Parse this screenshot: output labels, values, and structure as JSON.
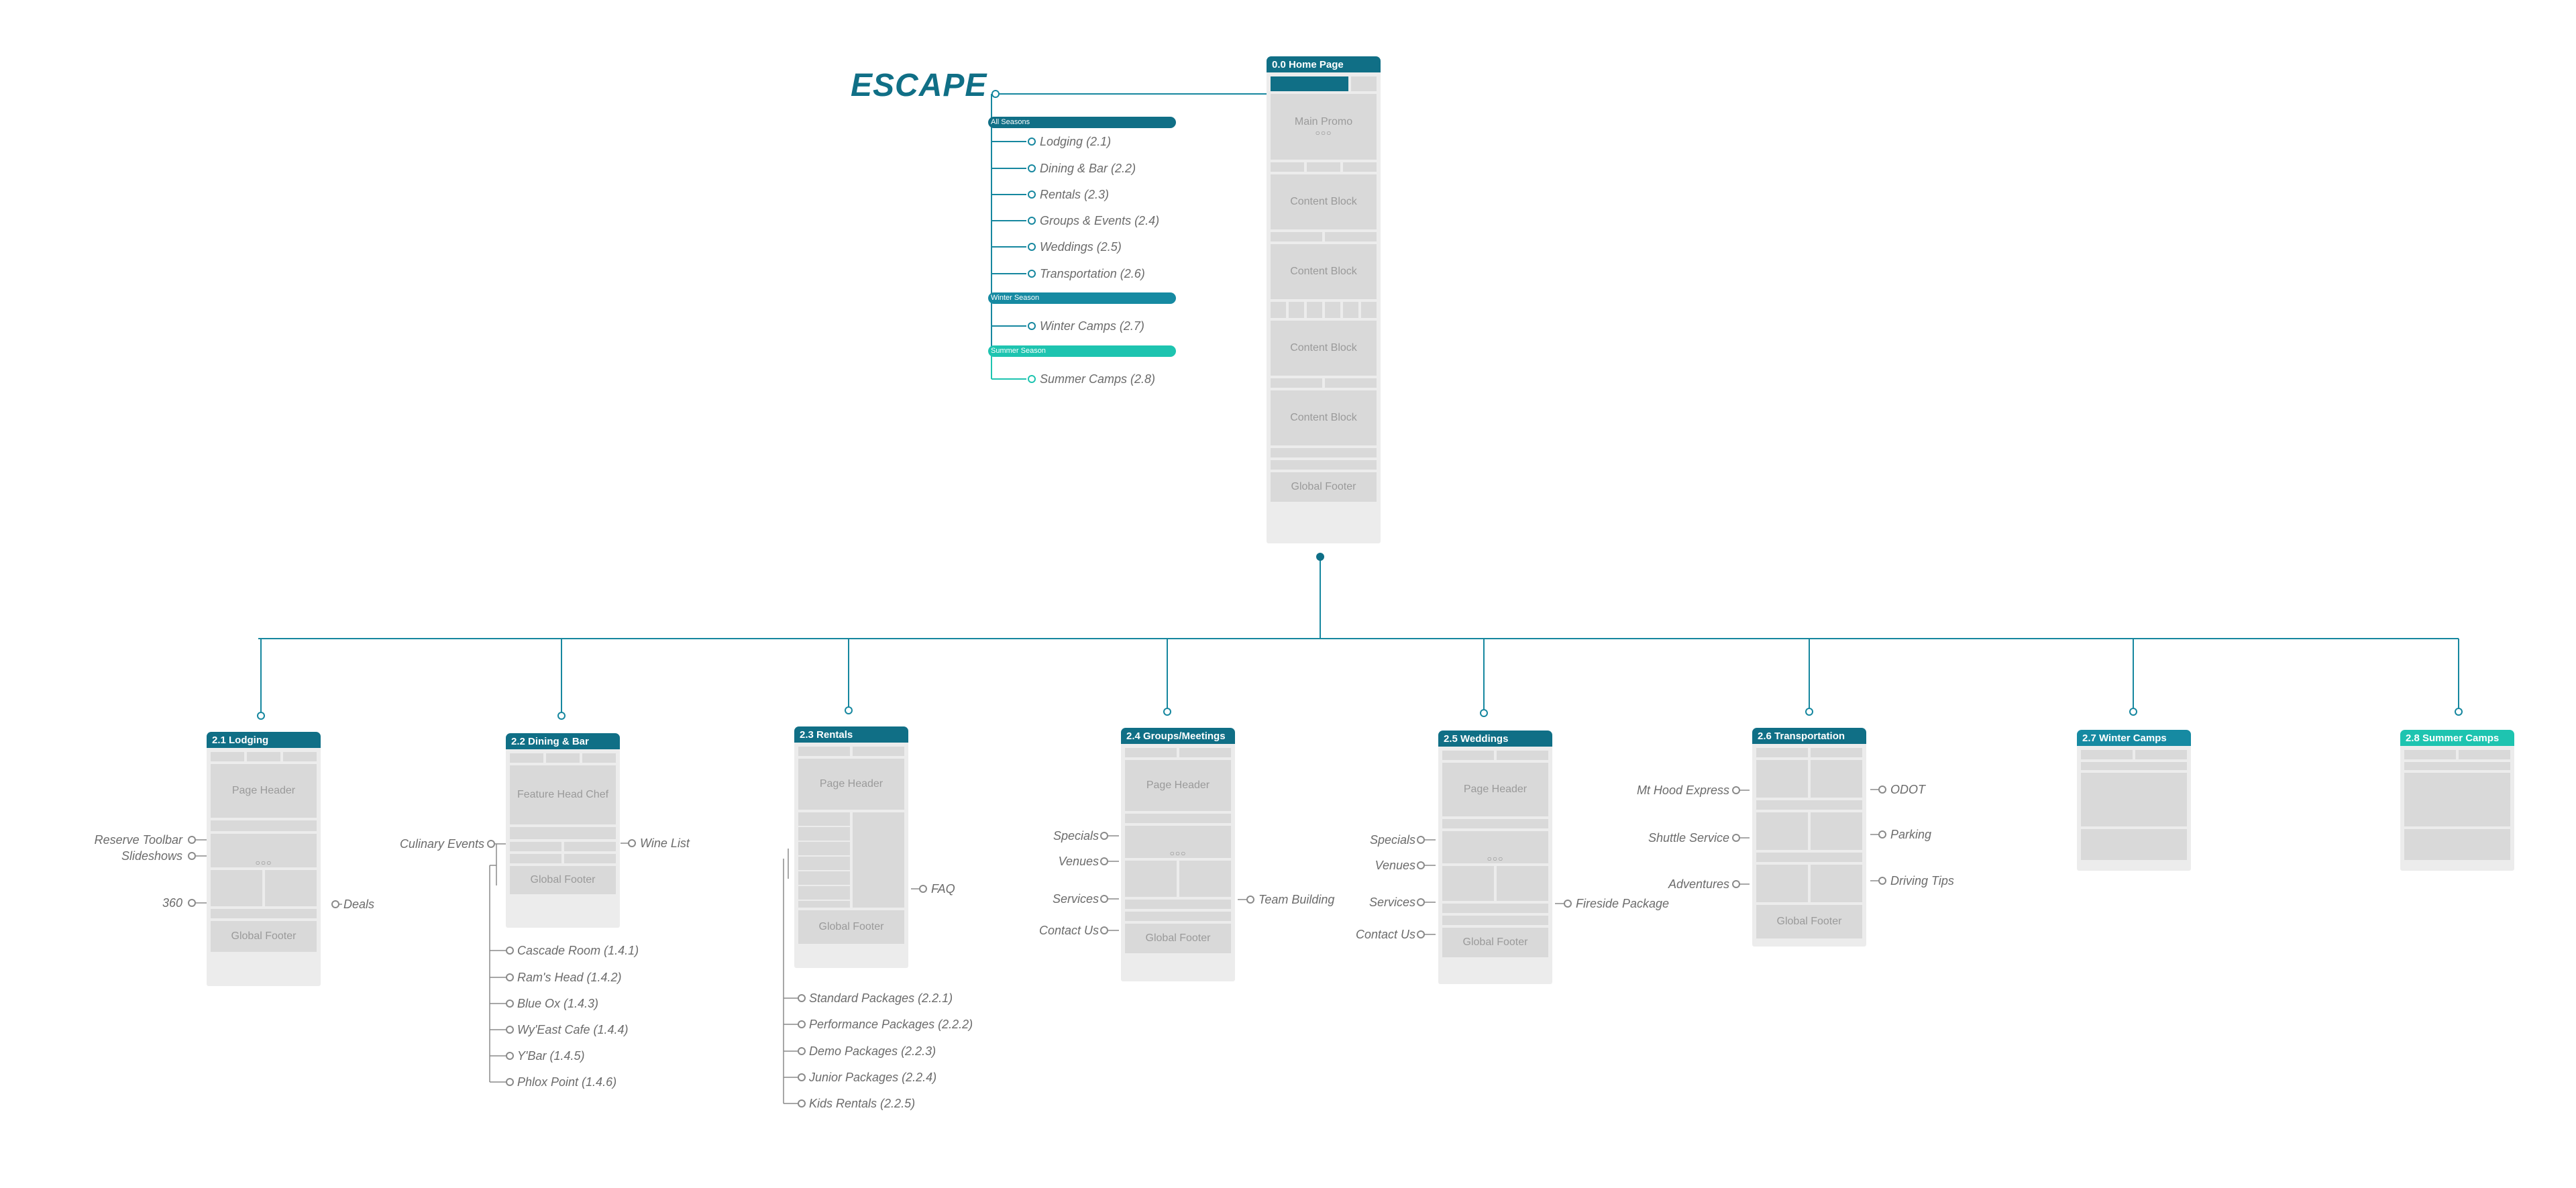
{
  "colors": {
    "primary": "#106f86",
    "line": "#16879f",
    "winter": "#168aa2",
    "summer": "#1ec4b0",
    "gray_line": "#8a8a8a",
    "box_bg": "#ececec",
    "block": "#d9d9d9"
  },
  "brand": "ESCAPE",
  "home": {
    "title": "0.0 Home Page",
    "blocks": [
      "Main Promo",
      "Content Block",
      "Content Block",
      "Content Block",
      "Content Block",
      "Global Footer"
    ]
  },
  "menu": {
    "all_seasons": "All Seasons",
    "all_items": [
      "Lodging (2.1)",
      "Dining & Bar (2.2)",
      "Rentals (2.3)",
      "Groups & Events (2.4)",
      "Weddings (2.5)",
      "Transportation (2.6)"
    ],
    "winter_season": "Winter Season",
    "winter_items": [
      "Winter Camps (2.7)"
    ],
    "summer_season": "Summer Season",
    "summer_items": [
      "Summer Camps (2.8)"
    ]
  },
  "pages": {
    "lodging": {
      "title": "2.1 Lodging",
      "header": "Page Header",
      "footer": "Global Footer",
      "left_labels": [
        "Reserve Toolbar",
        "Slideshows",
        "360"
      ],
      "right_labels": [
        "Deals"
      ]
    },
    "dining": {
      "title": "2.2 Dining & Bar",
      "header": "Feature Head Chef",
      "footer": "Global Footer",
      "left_labels": [
        "Culinary Events"
      ],
      "right_labels": [
        "Wine List"
      ],
      "sub_items": [
        "Cascade Room (1.4.1)",
        "Ram's Head (1.4.2)",
        "Blue Ox (1.4.3)",
        "Wy'East Cafe (1.4.4)",
        "Y'Bar (1.4.5)",
        "Phlox Point (1.4.6)"
      ]
    },
    "rentals": {
      "title": "2.3 Rentals",
      "header": "Page Header",
      "footer": "Global Footer",
      "right_labels": [
        "FAQ"
      ],
      "sub_items": [
        "Standard Packages (2.2.1)",
        "Performance Packages (2.2.2)",
        "Demo Packages (2.2.3)",
        "Junior Packages (2.2.4)",
        "Kids Rentals (2.2.5)"
      ]
    },
    "groups": {
      "title": "2.4 Groups/Meetings",
      "header": "Page Header",
      "footer": "Global Footer",
      "left_labels": [
        "Specials",
        "Venues",
        "Services",
        "Contact Us"
      ],
      "right_labels": [
        "Team Building"
      ]
    },
    "weddings": {
      "title": "2.5 Weddings",
      "header": "Page Header",
      "footer": "Global Footer",
      "left_labels": [
        "Specials",
        "Venues",
        "Services",
        "Contact Us"
      ],
      "right_labels": [
        "Fireside Package"
      ]
    },
    "transportation": {
      "title": "2.6 Transportation",
      "footer": "Global Footer",
      "left_labels": [
        "Mt Hood Express",
        "Shuttle Service",
        "Adventures"
      ],
      "right_labels": [
        "ODOT",
        "Parking",
        "Driving Tips"
      ]
    },
    "winter": {
      "title": "2.7 Winter Camps"
    },
    "summer": {
      "title": "2.8 Summer Camps"
    }
  }
}
